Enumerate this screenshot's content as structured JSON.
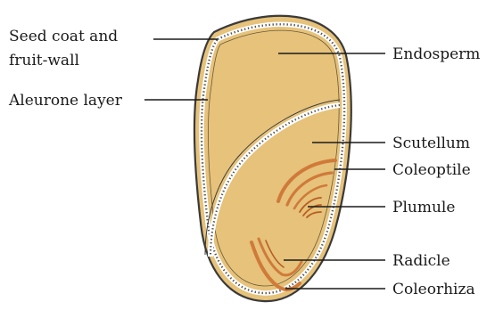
{
  "diagram": {
    "colors": {
      "kernel": "#E6C27A",
      "outline": "#3a3a3a",
      "aleurone": "#FFFFFF",
      "coleoptile": "#D07A3A",
      "coleorhiza": "#D07A3A"
    },
    "labels": {
      "seed_coat_line1": "Seed coat and",
      "seed_coat_line2": "fruit-wall",
      "aleurone": "Aleurone layer",
      "endosperm": "Endosperm",
      "scutellum": "Scutellum",
      "coleoptile": "Coleoptile",
      "plumule": "Plumule",
      "radicle": "Radicle",
      "coleorhiza": "Coleorhiza"
    }
  }
}
